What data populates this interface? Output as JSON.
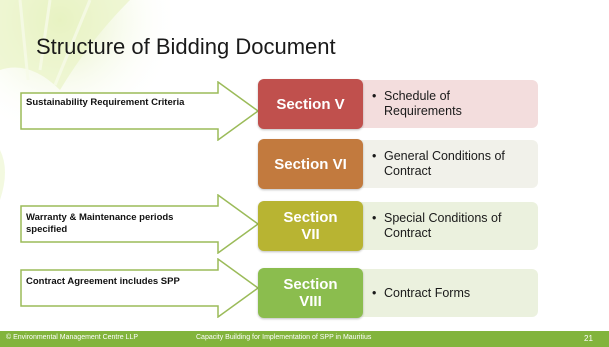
{
  "slide": {
    "title": "Structure of Bidding Document",
    "arrows": [
      {
        "text": "Sustainability Requirement Criteria"
      },
      {
        "text": "Warranty & Maintenance periods specified"
      },
      {
        "text": "Contract Agreement includes SPP"
      }
    ],
    "sections": [
      {
        "label": "Section V",
        "color": "#c0504d",
        "desc_color": "#f3dddd",
        "bullet": "•",
        "desc": "Schedule of Requirements"
      },
      {
        "label": "Section VI",
        "color": "#c27a3e",
        "desc_color": "#f1f1ea",
        "bullet": "•",
        "desc": "General Conditions of Contract"
      },
      {
        "label": "Section VII",
        "color": "#b8b432",
        "desc_color": "#ebf1de",
        "bullet": "•",
        "desc": "Special Conditions of Contract"
      },
      {
        "label": "Section VIII",
        "color": "#8bbd4e",
        "desc_color": "#ebf1de",
        "bullet": "•",
        "desc": "Contract Forms"
      }
    ]
  },
  "footer": {
    "left": "© Environmental Management Centre LLP",
    "center": "Capacity Building for Implementation of SPP in Mauritius",
    "page_number": "21"
  },
  "colors": {
    "arrow_fill": "#ffffff",
    "arrow_stroke": "#9bbb59",
    "footer_bar": "#82b43c"
  }
}
